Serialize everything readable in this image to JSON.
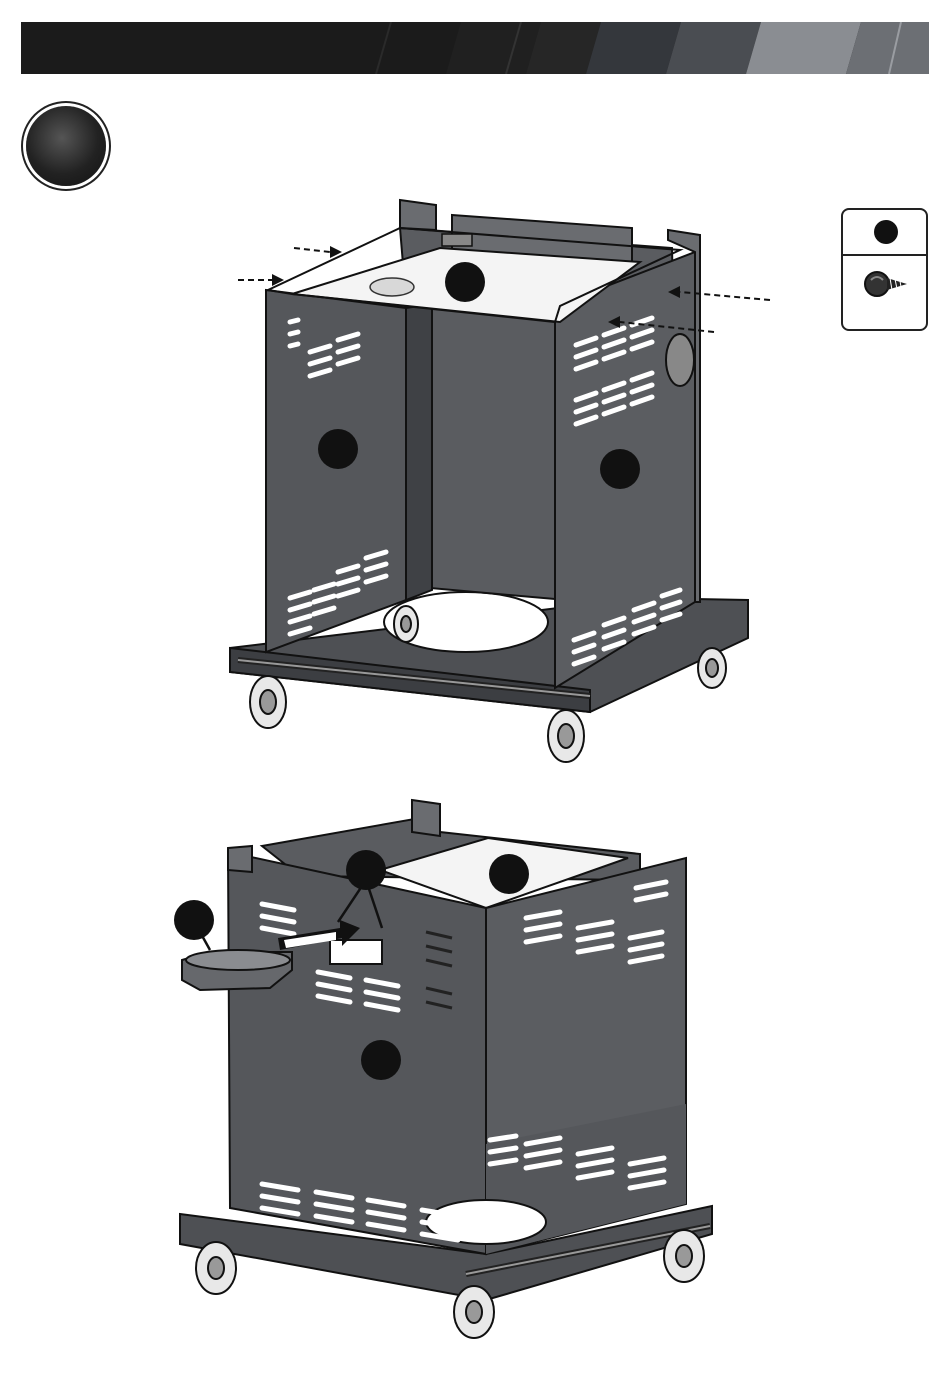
{
  "header": {
    "colors": {
      "dark": "#1b1b1b",
      "mid": "#3a3d42",
      "light": "#8a8d92"
    }
  },
  "step": {
    "icon": "step-number-badge"
  },
  "hardware": {
    "icon": "screw-icon"
  },
  "illustrations": [
    {
      "name": "cart-frame-assembly",
      "description_icon": "cart-frame"
    },
    {
      "name": "cart-handle-assembly",
      "description_icon": "cart-side-tray"
    }
  ]
}
